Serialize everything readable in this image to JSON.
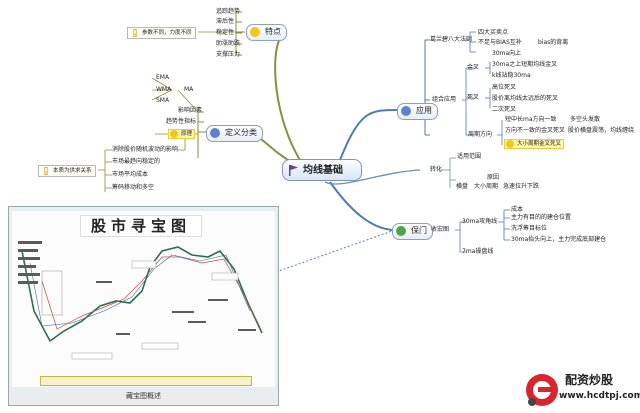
{
  "central": {
    "label": "均线基础"
  },
  "features": {
    "label": "特点",
    "items": [
      "追踪趋势",
      "滞后性",
      "稳定性",
      "助涨助跌",
      "支撑压力"
    ],
    "note": "参数不同，力度不同"
  },
  "types": {
    "label": "定义分类",
    "ma_types": [
      "EMA",
      "WMA",
      "SMA"
    ],
    "ma_label": "MA",
    "influence": "影响因素",
    "trend_indicator": "趋势性指标",
    "essence": "原理",
    "essence_items": [
      "消除股价随机波动的影响",
      "市场最趋向稳定的",
      "市场平均成本",
      "筹码移动和多空"
    ],
    "note": "本质为供求关系"
  },
  "application": {
    "label": "应用",
    "granville": "葛兰碧八大法则",
    "granville_items": [
      "四大买卖点",
      "不足与BIAS互补",
      "bias的背离"
    ],
    "ma30": "30ma向上",
    "golden": "金叉",
    "golden_items": [
      "30ma之上短期均线金叉",
      "k线站稳30ma"
    ],
    "combo": "组合应用",
    "death": "死叉",
    "death_items": [
      "高位死叉",
      "股价离均线太远后的死叉",
      "二次死叉"
    ],
    "cycle": "周期方向",
    "cycle_items": [
      "短中长ma方向一致",
      "方向不一致的金叉死叉",
      "大小周期金叉死叉"
    ],
    "cycle_items2": [
      "多空头发散",
      "股价横盘震荡，均线缠绕"
    ]
  },
  "conversion": {
    "label": "转化",
    "top": "适用范围",
    "items": [
      "原因",
      "横盘",
      "大小周期",
      "急速拉升下跌"
    ]
  },
  "gateway": {
    "label": "保门",
    "core": "收宏图",
    "ma30": "30ma攻角线",
    "ma30_items": [
      "成本",
      "主力有目的的建仓位置",
      "洗浮筹目标位",
      "30ma抬头向上，主力完成底部建仓"
    ],
    "ma7": "7ma操盘线"
  },
  "map": {
    "title": "股市寻宝图",
    "caption": "藏宝图概述"
  },
  "logo": {
    "name": "配资炒股",
    "url": "www.hcdtpj.com"
  },
  "colors": {
    "branch_left": "#7f8f3a",
    "branch_right": "#4e7bb5",
    "map_line": "#2f6e4f",
    "logo_red": "#d8262c"
  }
}
